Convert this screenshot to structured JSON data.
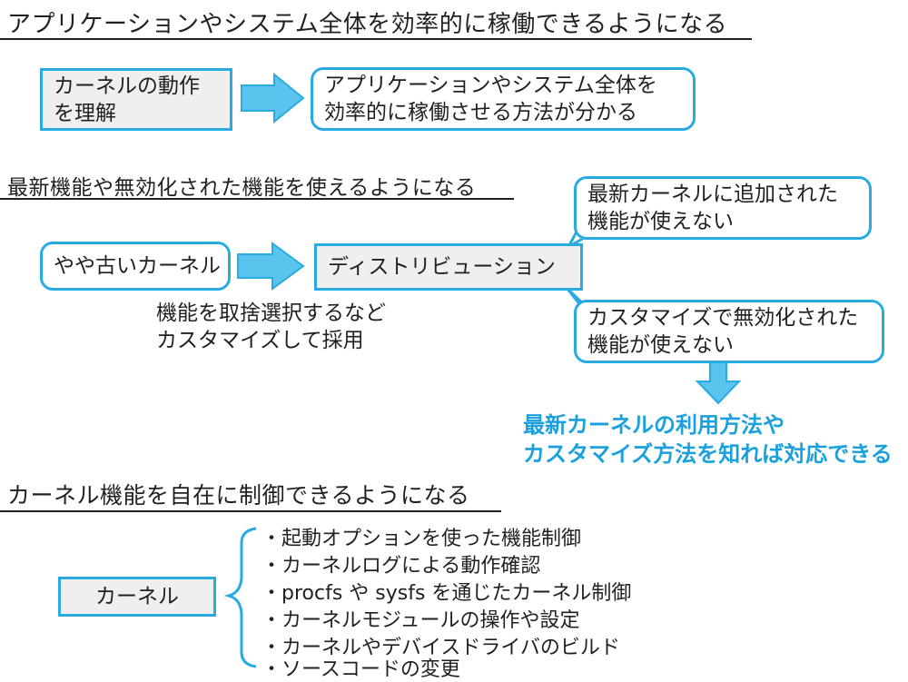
{
  "section1": {
    "heading": "アプリケーションやシステム全体を効率的に稼働できるようになる",
    "left_box": [
      "カーネルの動作",
      "を理解"
    ],
    "right_box": [
      "アプリケーションやシステム全体を",
      "効率的に稼働させる方法が分かる"
    ]
  },
  "section2": {
    "heading": "最新機能や無効化された機能を使えるようになる",
    "left_box": "やや古いカーネル",
    "center_box": "ディストリビューション",
    "note": [
      "機能を取捨選択するなど",
      "カスタマイズして採用"
    ],
    "callout_top": [
      "最新カーネルに追加された",
      "機能が使えない"
    ],
    "callout_bottom": [
      "カスタマイズで無効化された",
      "機能が使えない"
    ],
    "conclusion": [
      "最新カーネルの利用方法や",
      "カスタマイズ方法を知れば対応できる"
    ]
  },
  "section3": {
    "heading": "カーネル機能を自在に制御できるようになる",
    "box": "カーネル",
    "items": [
      "・起動オプションを使った機能制御",
      "・カーネルログによる動作確認",
      "・procfs や sysfs を通じたカーネル制御",
      "・カーネルモジュールの操作や設定",
      "・カーネルやデバイスドライバのビルド",
      "・ソースコードの変更"
    ]
  },
  "colors": {
    "accent": "#29abe2",
    "arrow_fill": "#5bc4ee",
    "box_fill": "#efefef",
    "highlight_text": "#1aa0dc",
    "text": "#231f20"
  }
}
